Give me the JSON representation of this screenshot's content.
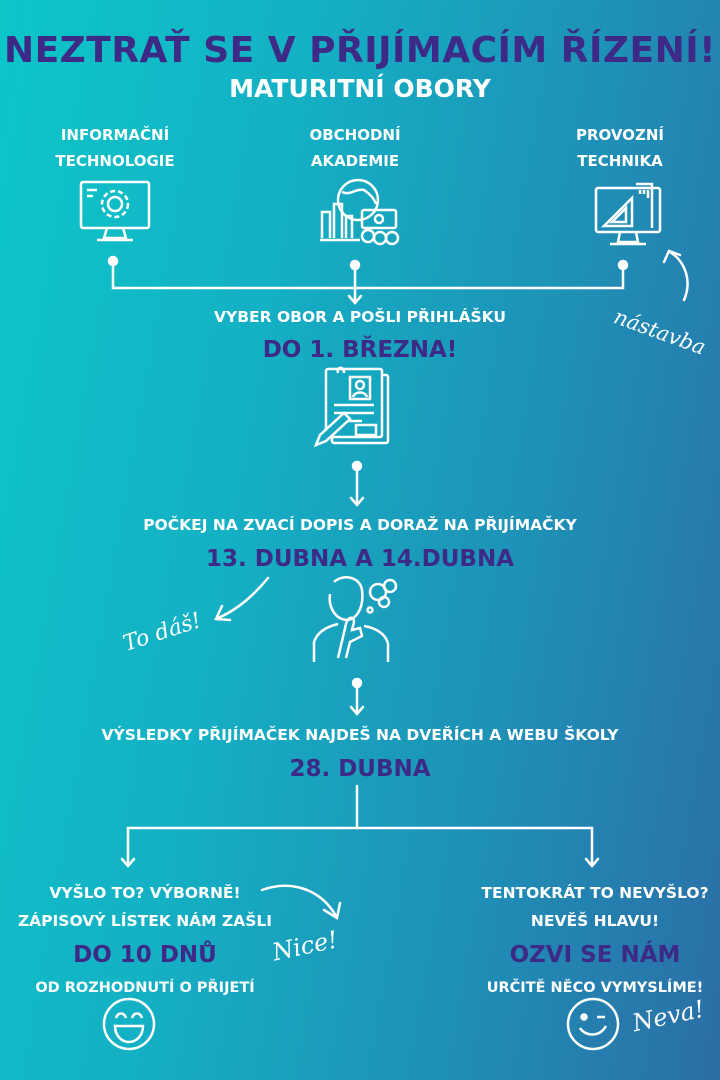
{
  "title": "NEZTRAŤ SE V PŘIJÍMACÍM ŘÍZENÍ!",
  "subtitle": "MATURITNÍ OBORY",
  "fields": [
    {
      "line1": "INFORMAČNÍ",
      "line2": "TECHNOLOGIE",
      "icon": "monitor-gear-icon"
    },
    {
      "line1": "OBCHODNÍ",
      "line2": "AKADEMIE",
      "icon": "globe-finance-icon"
    },
    {
      "line1": "PROVOZNÍ",
      "line2": "TECHNIKA",
      "icon": "monitor-drafting-icon"
    }
  ],
  "notes": {
    "nastavba": "nástavba",
    "to_das": "To dáš!",
    "nice": "Nice!",
    "neva": "Neva!"
  },
  "steps": [
    {
      "text": "VYBER OBOR A POŠLI PŘIHLÁŠKU",
      "date": "DO 1. BŘEZNA!",
      "icon": "application-form-icon"
    },
    {
      "text": "POČKEJ NA ZVACÍ DOPIS A DORAŽ NA PŘIJÍMAČKY",
      "date": "13. DUBNA A 14.DUBNA",
      "icon": "thinking-person-icon"
    },
    {
      "text": "VÝSLEDKY PŘIJÍMAČEK NAJDEŠ NA DVEŘÍCH A WEBU ŠKOLY",
      "date": "28. DUBNA"
    }
  ],
  "outcomes": {
    "success": {
      "line1": "VYŠLO TO? VÝBORNĚ!",
      "line2": "ZÁPISOVÝ LÍSTEK NÁM ZAŠLI",
      "date": "DO 10 DNŮ",
      "line3": "OD ROZHODNUTÍ O PŘIJETÍ",
      "icon": "laughing-face-icon"
    },
    "fail": {
      "line1": "TENTOKRÁT TO NEVYŠLO?",
      "line2": "NEVĚŠ HLAVU!",
      "date": "OZVI SE NÁM",
      "line3": "URČITĚ NĚCO VYMYSLÍME!",
      "icon": "winking-face-icon"
    }
  },
  "colors": {
    "accent": "#3d2a86",
    "text": "#ffffff",
    "bg_left": "#0cc6c8",
    "bg_right": "#2b6ea6"
  }
}
